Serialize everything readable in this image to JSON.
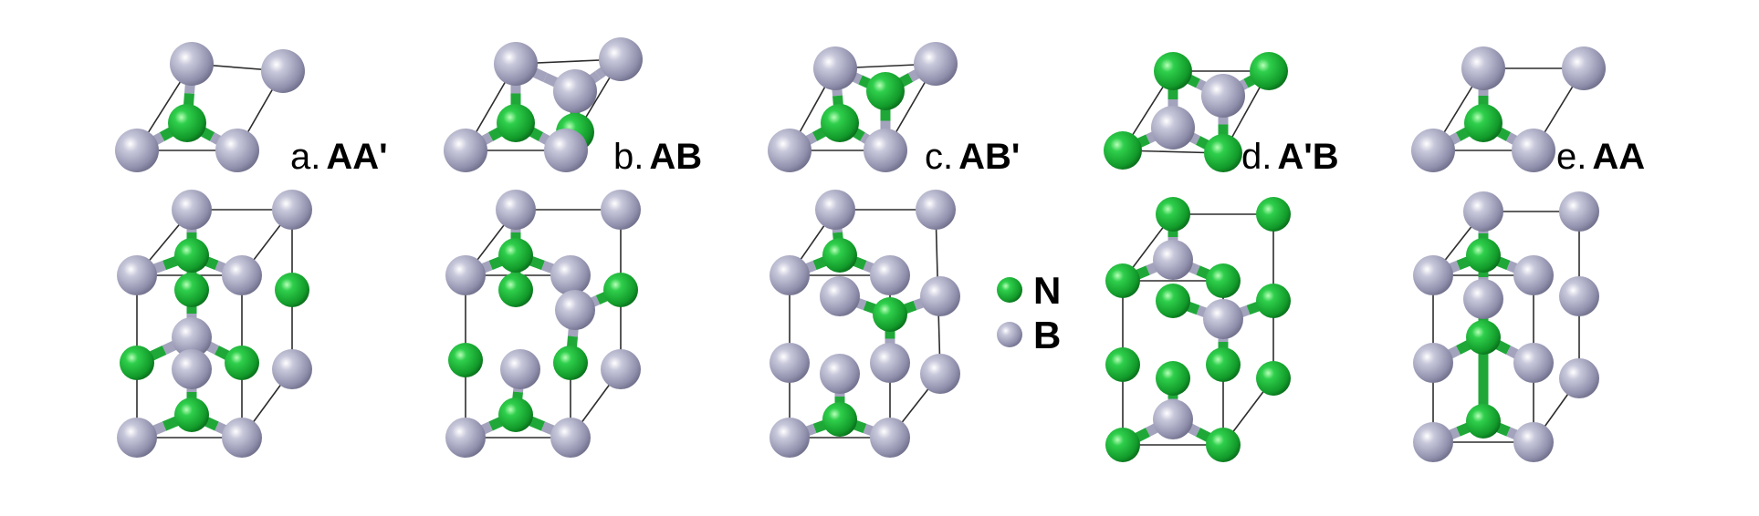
{
  "structures": [
    {
      "id": "a",
      "prefix": "a.",
      "name": "AA'",
      "top": {
        "atoms": [
          [
            "B",
            210,
            70
          ],
          [
            "B",
            310,
            78
          ],
          [
            "N",
            205,
            135
          ],
          [
            "B",
            150,
            165
          ],
          [
            "B",
            260,
            165
          ]
        ],
        "bonds": [
          [
            0,
            2
          ],
          [
            2,
            3
          ],
          [
            2,
            4
          ]
        ],
        "frame": [
          [
            0,
            1
          ],
          [
            1,
            4
          ],
          [
            3,
            4
          ],
          [
            3,
            0
          ]
        ]
      },
      "side": {
        "atoms": [
          [
            "B",
            210,
            230
          ],
          [
            "B",
            320,
            230
          ],
          [
            "N",
            210,
            280
          ],
          [
            "B",
            150,
            302
          ],
          [
            "B",
            265,
            302
          ],
          [
            "N",
            210,
            318
          ],
          [
            "N",
            320,
            318
          ],
          [
            "B",
            210,
            370
          ],
          [
            "N",
            150,
            398
          ],
          [
            "B",
            210,
            405
          ],
          [
            "N",
            265,
            398
          ],
          [
            "B",
            320,
            405
          ],
          [
            "N",
            210,
            455
          ],
          [
            "B",
            150,
            480
          ],
          [
            "B",
            265,
            480
          ]
        ],
        "bonds": [
          [
            0,
            2
          ],
          [
            2,
            3
          ],
          [
            2,
            4
          ],
          [
            2,
            5
          ],
          [
            5,
            7
          ],
          [
            7,
            8
          ],
          [
            7,
            10
          ],
          [
            7,
            9
          ],
          [
            9,
            12
          ],
          [
            12,
            13
          ],
          [
            12,
            14
          ]
        ],
        "frame": [
          [
            0,
            1
          ],
          [
            1,
            11
          ],
          [
            11,
            14
          ],
          [
            13,
            3
          ],
          [
            3,
            0
          ],
          [
            13,
            14
          ],
          [
            3,
            4
          ],
          [
            4,
            14
          ],
          [
            1,
            4
          ]
        ]
      }
    },
    {
      "id": "b",
      "prefix": "b.",
      "name": "AB",
      "top": {
        "atoms": [
          [
            "B",
            565,
            70
          ],
          [
            "B",
            680,
            65
          ],
          [
            "B",
            630,
            100
          ],
          [
            "N",
            565,
            135
          ],
          [
            "B",
            510,
            165
          ],
          [
            "N",
            630,
            145
          ],
          [
            "B",
            620,
            165
          ]
        ],
        "bonds": [
          [
            0,
            3
          ],
          [
            3,
            4
          ],
          [
            3,
            6
          ],
          [
            2,
            5
          ],
          [
            2,
            0
          ],
          [
            2,
            1
          ]
        ],
        "frame": [
          [
            0,
            1
          ],
          [
            1,
            6
          ],
          [
            4,
            6
          ],
          [
            4,
            0
          ]
        ]
      },
      "side": {
        "atoms": [
          [
            "B",
            565,
            230
          ],
          [
            "B",
            680,
            230
          ],
          [
            "N",
            565,
            280
          ],
          [
            "B",
            510,
            302
          ],
          [
            "B",
            625,
            302
          ],
          [
            "N",
            565,
            318
          ],
          [
            "N",
            680,
            318
          ],
          [
            "B",
            630,
            340
          ],
          [
            "N",
            510,
            395
          ],
          [
            "B",
            570,
            405
          ],
          [
            "N",
            625,
            398
          ],
          [
            "B",
            680,
            405
          ],
          [
            "N",
            565,
            455
          ],
          [
            "B",
            510,
            480
          ],
          [
            "B",
            625,
            480
          ]
        ],
        "bonds": [
          [
            0,
            2
          ],
          [
            2,
            3
          ],
          [
            2,
            4
          ],
          [
            2,
            5
          ],
          [
            7,
            6
          ],
          [
            7,
            10
          ],
          [
            12,
            13
          ],
          [
            12,
            14
          ],
          [
            9,
            12
          ]
        ],
        "frame": [
          [
            0,
            1
          ],
          [
            1,
            11
          ],
          [
            11,
            14
          ],
          [
            13,
            3
          ],
          [
            3,
            0
          ],
          [
            13,
            14
          ],
          [
            3,
            4
          ],
          [
            4,
            14
          ]
        ]
      }
    },
    {
      "id": "c",
      "prefix": "c.",
      "name": "AB'",
      "top": {
        "atoms": [
          [
            "B",
            915,
            75
          ],
          [
            "B",
            1025,
            70
          ],
          [
            "N",
            970,
            100
          ],
          [
            "N",
            920,
            135
          ],
          [
            "B",
            865,
            165
          ],
          [
            "B",
            970,
            165
          ]
        ],
        "bonds": [
          [
            0,
            3
          ],
          [
            3,
            4
          ],
          [
            3,
            5
          ],
          [
            2,
            0
          ],
          [
            2,
            1
          ],
          [
            2,
            5
          ]
        ],
        "frame": [
          [
            0,
            1
          ],
          [
            1,
            5
          ],
          [
            4,
            5
          ],
          [
            4,
            0
          ]
        ]
      },
      "side": {
        "atoms": [
          [
            "B",
            915,
            230
          ],
          [
            "B",
            1025,
            230
          ],
          [
            "N",
            920,
            280
          ],
          [
            "B",
            865,
            302
          ],
          [
            "B",
            975,
            302
          ],
          [
            "B",
            920,
            325
          ],
          [
            "N",
            975,
            345
          ],
          [
            "B",
            1030,
            325
          ],
          [
            "B",
            865,
            398
          ],
          [
            "B",
            920,
            410
          ],
          [
            "B",
            975,
            398
          ],
          [
            "B",
            1030,
            410
          ],
          [
            "N",
            920,
            460
          ],
          [
            "B",
            865,
            480
          ],
          [
            "B",
            975,
            480
          ]
        ],
        "bonds": [
          [
            0,
            2
          ],
          [
            2,
            3
          ],
          [
            2,
            4
          ],
          [
            6,
            5
          ],
          [
            6,
            7
          ],
          [
            6,
            10
          ],
          [
            12,
            13
          ],
          [
            12,
            14
          ],
          [
            9,
            12
          ]
        ],
        "frame": [
          [
            0,
            1
          ],
          [
            1,
            11
          ],
          [
            11,
            14
          ],
          [
            13,
            3
          ],
          [
            3,
            0
          ],
          [
            13,
            14
          ],
          [
            3,
            4
          ],
          [
            4,
            14
          ]
        ]
      }
    },
    {
      "id": "d",
      "prefix": "d.",
      "name": "A'B",
      "top": {
        "atoms": [
          [
            "N",
            1285,
            78
          ],
          [
            "N",
            1390,
            78
          ],
          [
            "B",
            1340,
            105
          ],
          [
            "B",
            1285,
            140
          ],
          [
            "N",
            1230,
            165
          ],
          [
            "N",
            1340,
            168
          ]
        ],
        "bonds": [
          [
            2,
            0
          ],
          [
            2,
            1
          ],
          [
            2,
            5
          ],
          [
            3,
            4
          ],
          [
            3,
            5
          ],
          [
            3,
            0
          ]
        ],
        "frame": [
          [
            0,
            1
          ],
          [
            1,
            5
          ],
          [
            4,
            5
          ],
          [
            4,
            0
          ]
        ]
      },
      "side": {
        "atoms": [
          [
            "N",
            1285,
            235
          ],
          [
            "N",
            1395,
            235
          ],
          [
            "B",
            1285,
            285
          ],
          [
            "N",
            1230,
            308
          ],
          [
            "N",
            1340,
            308
          ],
          [
            "N",
            1285,
            330
          ],
          [
            "B",
            1340,
            350
          ],
          [
            "N",
            1395,
            330
          ],
          [
            "N",
            1230,
            400
          ],
          [
            "N",
            1285,
            415
          ],
          [
            "N",
            1340,
            400
          ],
          [
            "N",
            1395,
            415
          ],
          [
            "B",
            1285,
            460
          ],
          [
            "N",
            1230,
            488
          ],
          [
            "N",
            1340,
            488
          ]
        ],
        "bonds": [
          [
            0,
            2
          ],
          [
            2,
            3
          ],
          [
            2,
            4
          ],
          [
            6,
            5
          ],
          [
            6,
            7
          ],
          [
            6,
            10
          ],
          [
            12,
            13
          ],
          [
            12,
            14
          ],
          [
            12,
            9
          ]
        ],
        "frame": [
          [
            0,
            1
          ],
          [
            1,
            11
          ],
          [
            11,
            14
          ],
          [
            13,
            3
          ],
          [
            3,
            0
          ],
          [
            13,
            14
          ],
          [
            3,
            4
          ],
          [
            4,
            14
          ]
        ]
      }
    },
    {
      "id": "e",
      "prefix": "e.",
      "name": "AA",
      "top": {
        "atoms": [
          [
            "B",
            1625,
            75
          ],
          [
            "B",
            1735,
            75
          ],
          [
            "N",
            1625,
            135
          ],
          [
            "B",
            1570,
            165
          ],
          [
            "B",
            1680,
            165
          ]
        ],
        "bonds": [
          [
            0,
            2
          ],
          [
            2,
            3
          ],
          [
            2,
            4
          ]
        ],
        "frame": [
          [
            0,
            1
          ],
          [
            1,
            4
          ],
          [
            3,
            4
          ],
          [
            3,
            0
          ]
        ]
      },
      "side": {
        "atoms": [
          [
            "B",
            1625,
            232
          ],
          [
            "B",
            1730,
            232
          ],
          [
            "N",
            1625,
            280
          ],
          [
            "B",
            1570,
            302
          ],
          [
            "B",
            1680,
            302
          ],
          [
            "B",
            1625,
            328
          ],
          [
            "B",
            1730,
            325
          ],
          [
            "N",
            1625,
            370
          ],
          [
            "B",
            1570,
            398
          ],
          [
            "B",
            1680,
            398
          ],
          [
            "B",
            1730,
            415
          ],
          [
            "N",
            1625,
            462
          ],
          [
            "B",
            1570,
            485
          ],
          [
            "B",
            1680,
            485
          ]
        ],
        "bonds": [
          [
            0,
            2
          ],
          [
            2,
            3
          ],
          [
            2,
            4
          ],
          [
            2,
            5
          ],
          [
            5,
            7
          ],
          [
            7,
            8
          ],
          [
            7,
            9
          ],
          [
            7,
            11
          ],
          [
            11,
            12
          ],
          [
            11,
            13
          ]
        ],
        "frame": [
          [
            0,
            1
          ],
          [
            1,
            10
          ],
          [
            10,
            13
          ],
          [
            12,
            3
          ],
          [
            3,
            0
          ],
          [
            12,
            13
          ],
          [
            3,
            4
          ],
          [
            4,
            13
          ]
        ]
      }
    }
  ],
  "legend": [
    {
      "label": "N",
      "color": "#1fa838"
    },
    {
      "label": "B",
      "color": "#a3a3bd"
    }
  ],
  "colors": {
    "N": "#1fa838",
    "B": "#a3a3bd",
    "frame": "#2d2d2d"
  }
}
